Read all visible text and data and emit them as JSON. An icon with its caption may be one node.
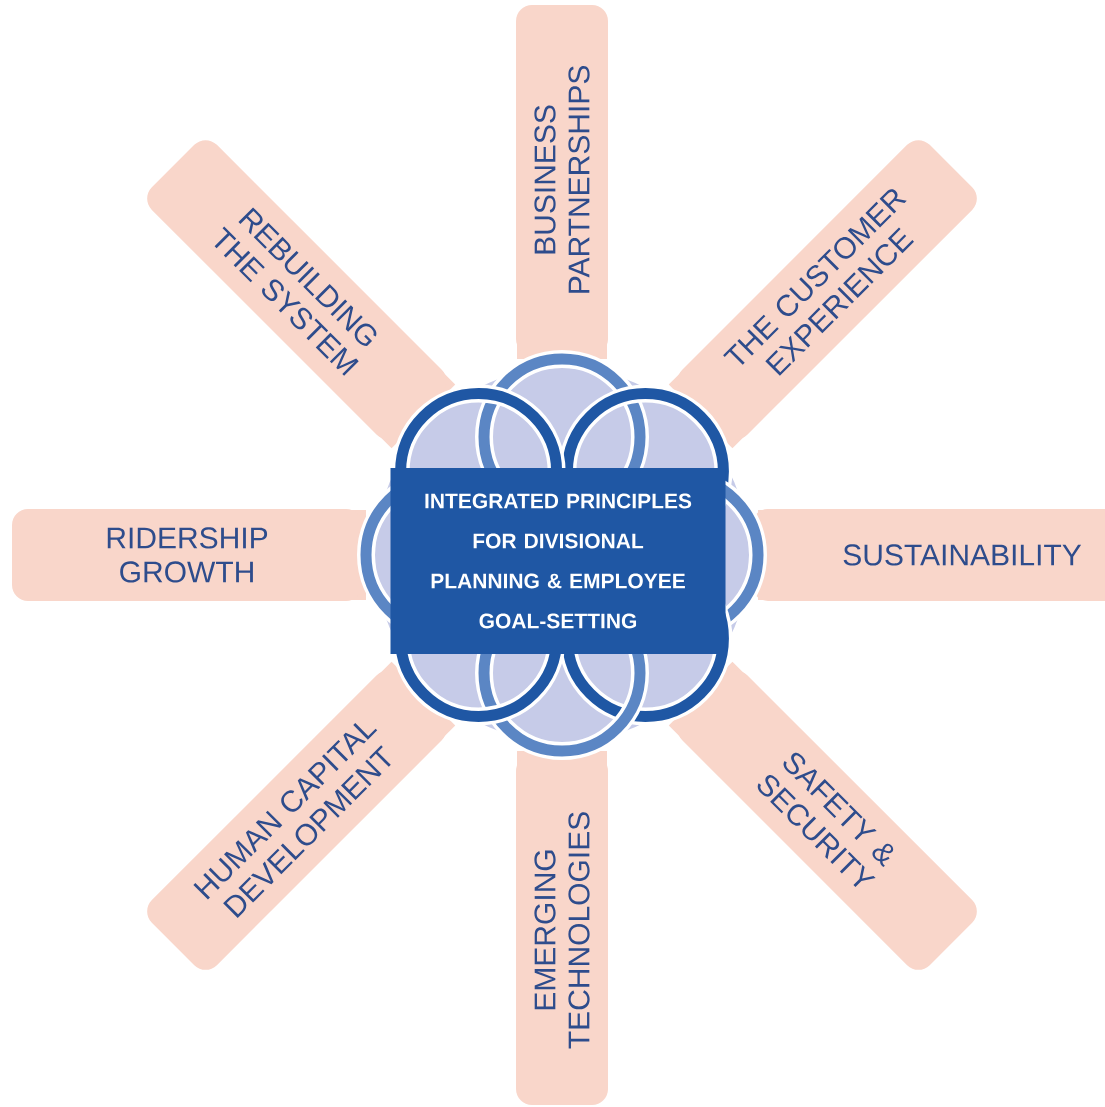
{
  "diagram": {
    "nodes": [
      {
        "text": [
          "INTEGRATED PRINCIPLES FOR DIVISIONAL PLANNING & EMPLOYEE GOAL-SETTING"
        ]
      },
      {
        "text": [
          "BUSINESS PARTNERSHIPS"
        ]
      },
      {
        "text": [
          "REBUILDING THE SYSTEM"
        ]
      },
      {
        "text": [
          "THE CUSTOMER EXPERIENCE"
        ]
      },
      {
        "text": [
          "RIDERSHIP GROWTH"
        ]
      },
      {
        "text": [
          "SUSTAINABILITY"
        ]
      },
      {
        "text": [
          "HUMAN CAPITAL DEVELOPMENT"
        ]
      },
      {
        "text": [
          "EMERGING TECHNOLOGIES"
        ]
      },
      {
        "text": [
          "SAFETY & SECURITY"
        ]
      }
    ]
  }
}
